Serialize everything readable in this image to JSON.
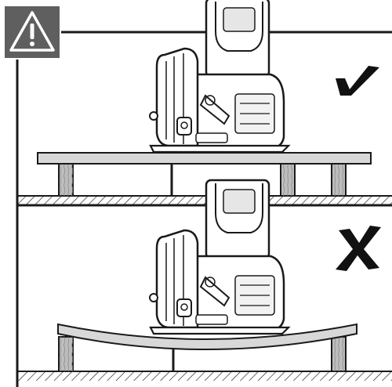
{
  "warning": {
    "icon": "warning-triangle-icon",
    "background": "#5f5f5f",
    "glyph_color": "#ffffff"
  },
  "panels": [
    {
      "id": "correct",
      "verdict_icon": "checkmark-icon",
      "board_state": "flat",
      "support": "under-cut-line"
    },
    {
      "id": "incorrect",
      "verdict_icon": "cross-icon",
      "board_state": "sagging",
      "support": "ends-only"
    }
  ],
  "colors": {
    "line": "#1a1a1a",
    "board": "#d8d8d8",
    "wood_post": "#bdbdbd",
    "saw_body": "#ffffff"
  }
}
